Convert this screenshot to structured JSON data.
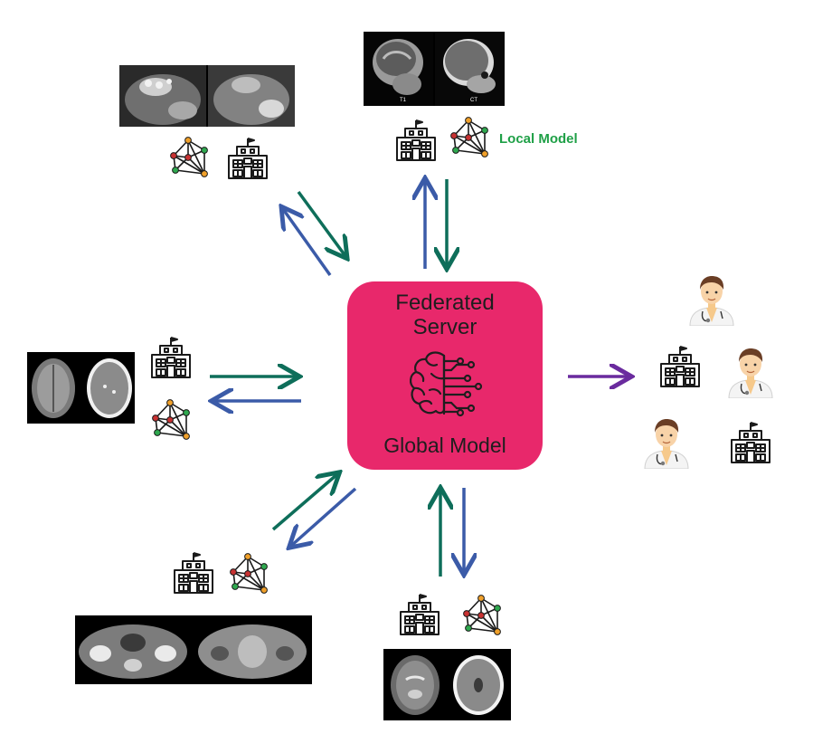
{
  "server": {
    "title_line1": "Federated",
    "title_line2": "Server",
    "subtitle": "Global Model"
  },
  "local_model_label": "Local Model",
  "scan_labels": {
    "t1": "T1",
    "ct": "CT"
  },
  "colors": {
    "server": "#e8286b",
    "arrow_green": "#0e6e5a",
    "arrow_blue": "#3b5ba8",
    "arrow_purple": "#6a2b9e",
    "label_green": "#1fa047"
  },
  "icons": [
    "hospital-icon",
    "network-icon",
    "brain-circuit-icon",
    "doctor-icon"
  ]
}
